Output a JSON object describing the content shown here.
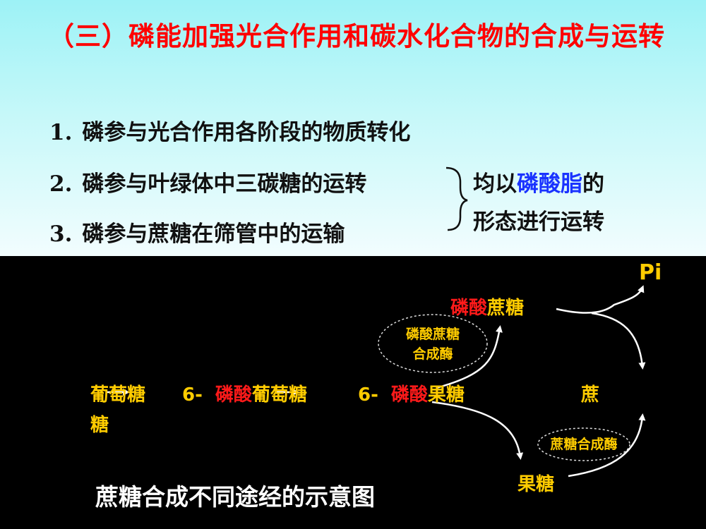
{
  "title": "（三）磷能加强光合作用和碳水化合物的合成与运转",
  "items": [
    {
      "num": "1.",
      "text": "磷参与光合作用各阶段的物质转化"
    },
    {
      "num": "2.",
      "text": "磷参与叶绿体中三碳糖的运转"
    },
    {
      "num": "3.",
      "text": "磷参与蔗糖在筛管中的运输"
    }
  ],
  "note": {
    "prefix": "均以",
    "highlight": "磷酸脂",
    "suffix": "的",
    "line2": "形态进行运转"
  },
  "diagram": {
    "pi": "Pi",
    "sucrose_phosphate_red": "磷酸",
    "sucrose_phosphate_rest": "蔗糖",
    "enzyme1_line1": "磷酸蔗糖",
    "enzyme1_line2": "合成酶",
    "glucose": "葡萄糖",
    "g6p_prefix": "6-",
    "g6p_red": "磷酸",
    "g6p_rest": "葡萄糖",
    "f6p_prefix": "6-",
    "f6p_red": "磷酸",
    "f6p_rest": "果糖",
    "sucrose_line1": "蔗",
    "sucrose_line2": "糖",
    "enzyme2": "蔗糖合成酶",
    "fructose": "果糖"
  },
  "caption": "蔗糖合成不同途经的示意图"
}
